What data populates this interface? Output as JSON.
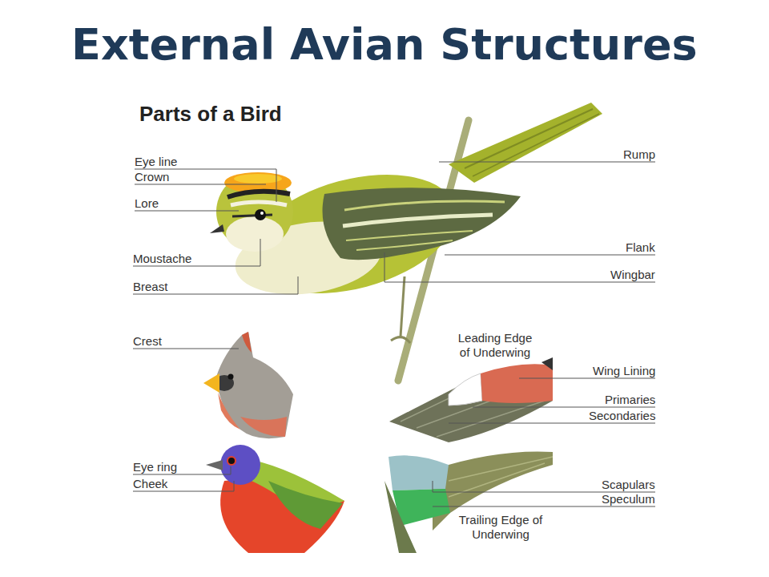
{
  "diagram": {
    "title": "External Avian Structures",
    "labels": [
      "Parts of a Bird",
      "Eye line",
      "Crown",
      "Lore",
      "Moustache",
      "Breast",
      "Rump",
      "Flank",
      "Wingbar",
      "Crest",
      "Leading Edge of Underwing",
      "Wing Lining",
      "Primaries",
      "Secondaries",
      "Eye ring",
      "Cheek",
      "Scapulars",
      "Speculum",
      "Trailing Edge of Underwing"
    ]
  }
}
